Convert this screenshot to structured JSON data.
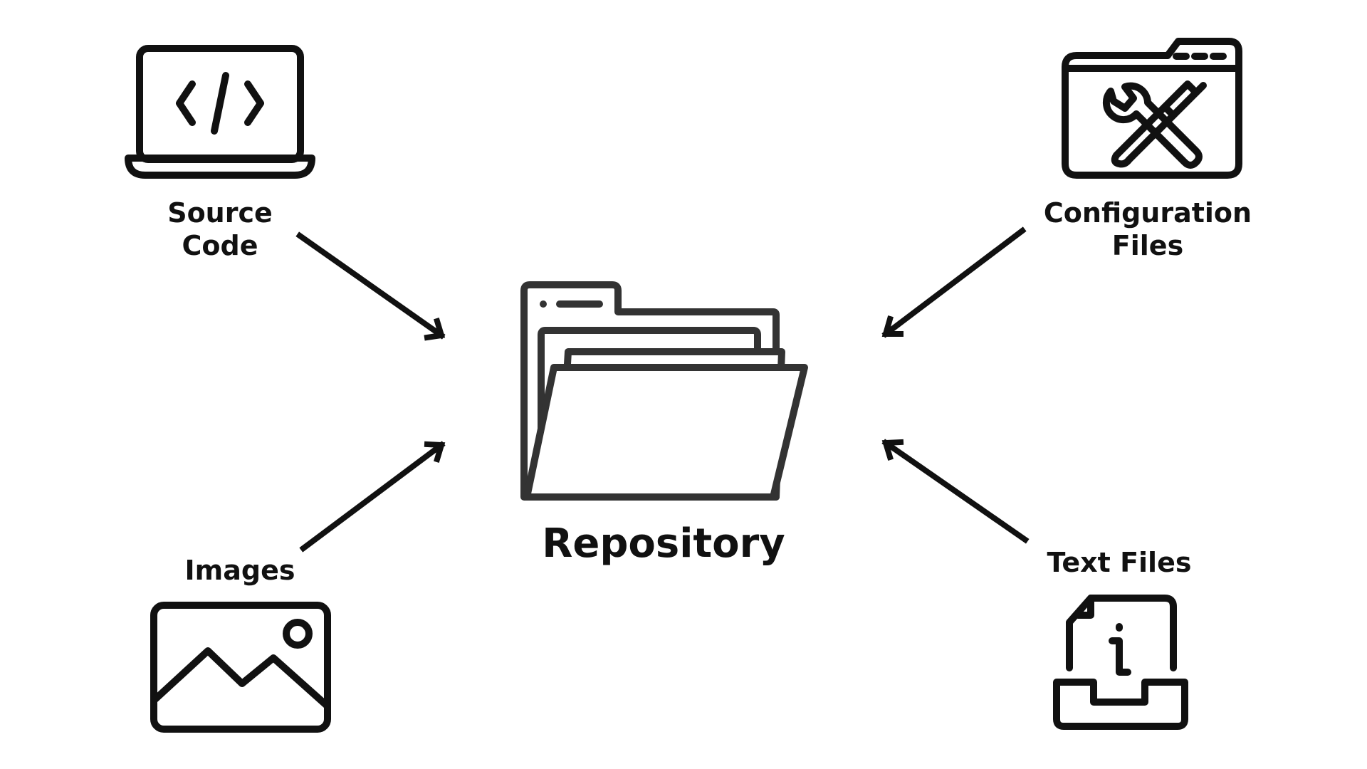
{
  "diagram": {
    "center": {
      "label": "Repository",
      "icon": "folder-icon"
    },
    "nodes": [
      {
        "id": "source-code",
        "label_line1": "Source",
        "label_line2": "Code",
        "icon": "laptop-code-icon"
      },
      {
        "id": "configuration-files",
        "label_line1": "Configuration",
        "label_line2": "Files",
        "icon": "tools-window-icon"
      },
      {
        "id": "images",
        "label": "Images",
        "icon": "image-icon"
      },
      {
        "id": "text-files",
        "label": "Text Files",
        "icon": "info-document-tray-icon"
      }
    ],
    "edges": [
      {
        "from": "source-code",
        "to": "repository"
      },
      {
        "from": "configuration-files",
        "to": "repository"
      },
      {
        "from": "images",
        "to": "repository"
      },
      {
        "from": "text-files",
        "to": "repository"
      }
    ],
    "colors": {
      "stroke": "#111111",
      "folder": "#333333",
      "background": "#ffffff"
    }
  }
}
